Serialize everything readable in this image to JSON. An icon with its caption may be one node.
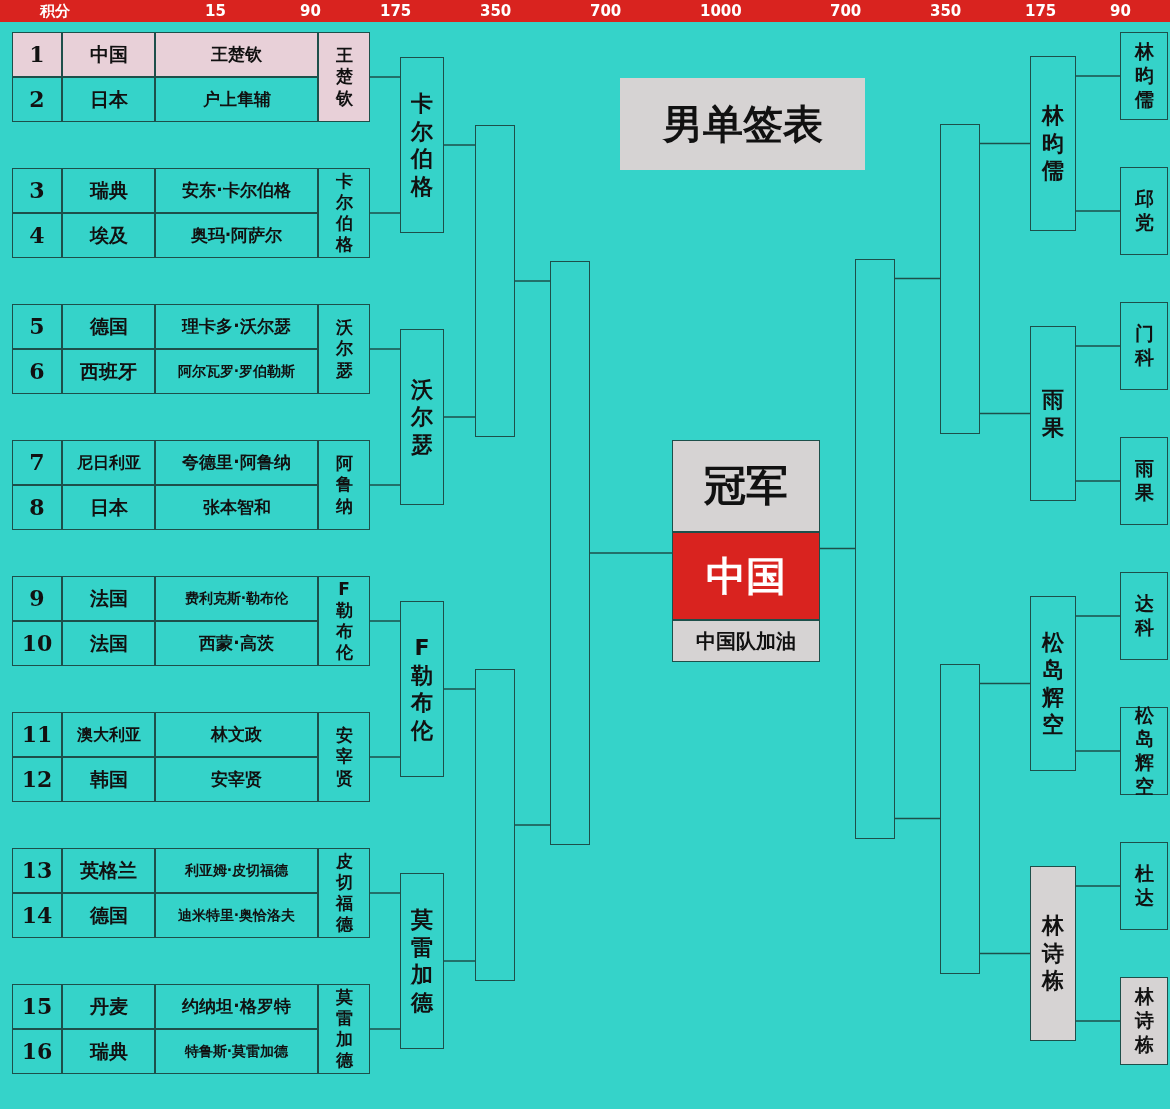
{
  "diagram": {
    "title": "男单签表",
    "nodes": [
      {
        "text": [
          "1",
          "中国",
          "王楚钦"
        ]
      },
      {
        "text": [
          "2",
          "日本",
          "户上隼辅"
        ]
      },
      {
        "text": [
          "3",
          "瑞典",
          "安东·卡尔伯格"
        ]
      },
      {
        "text": [
          "4",
          "埃及",
          "奥玛·阿萨尔"
        ]
      },
      {
        "text": [
          "5",
          "德国",
          "理卡多·沃尔瑟"
        ]
      },
      {
        "text": [
          "6",
          "西班牙",
          "阿尔瓦罗·罗伯勒斯"
        ]
      },
      {
        "text": [
          "7",
          "尼日利亚",
          "夸德里·阿鲁纳"
        ]
      },
      {
        "text": [
          "8",
          "日本",
          "张本智和"
        ]
      },
      {
        "text": [
          "9",
          "法国",
          "费利克斯·勒布伦"
        ]
      },
      {
        "text": [
          "10",
          "法国",
          "西蒙·高茨"
        ]
      },
      {
        "text": [
          "11",
          "澳大利亚",
          "林文政"
        ]
      },
      {
        "text": [
          "12",
          "韩国",
          "安宰贤"
        ]
      },
      {
        "text": [
          "13",
          "英格兰",
          "利亚姆·皮切福德"
        ]
      },
      {
        "text": [
          "14",
          "德国",
          "迪米特里·奥恰洛夫"
        ]
      },
      {
        "text": [
          "15",
          "丹麦",
          "约纳坦·格罗特"
        ]
      },
      {
        "text": [
          "16",
          "瑞典",
          "特鲁斯·莫雷加德"
        ]
      },
      {
        "text": [
          "王楚钦"
        ]
      },
      {
        "text": [
          "卡尔伯格"
        ]
      },
      {
        "text": [
          "沃尔瑟"
        ]
      },
      {
        "text": [
          "阿鲁纳"
        ]
      },
      {
        "text": [
          "F勒布伦"
        ]
      },
      {
        "text": [
          "安宰贤"
        ]
      },
      {
        "text": [
          "皮切福德"
        ]
      },
      {
        "text": [
          "莫雷加德"
        ]
      },
      {
        "text": [
          "卡尔伯格"
        ]
      },
      {
        "text": [
          "沃尔瑟"
        ]
      },
      {
        "text": [
          "F勒布伦"
        ]
      },
      {
        "text": [
          "莫雷加德"
        ]
      },
      {
        "text": [],
        "shape": "box"
      },
      {
        "text": [],
        "shape": "box"
      },
      {
        "text": [],
        "shape": "box"
      },
      {
        "text": [
          "冠军",
          "中国",
          "中国队加油"
        ]
      },
      {
        "text": [],
        "shape": "box"
      },
      {
        "text": [],
        "shape": "box"
      },
      {
        "text": [],
        "shape": "box"
      },
      {
        "text": [
          "林昀儒"
        ]
      },
      {
        "text": [
          "雨果"
        ]
      },
      {
        "text": [
          "松岛辉空"
        ]
      },
      {
        "text": [
          "林诗栋"
        ]
      },
      {
        "text": [
          "林昀儒"
        ]
      },
      {
        "text": [
          "邱党"
        ]
      },
      {
        "text": [
          "门科"
        ]
      },
      {
        "text": [
          "雨果"
        ]
      },
      {
        "text": [
          "达科"
        ]
      },
      {
        "text": [
          "松岛辉空"
        ]
      },
      {
        "text": [
          "杜达"
        ]
      },
      {
        "text": [
          "林诗栋"
        ]
      }
    ],
    "edges": [
      {
        "from": 16,
        "to": 24,
        "arrow": "none"
      },
      {
        "from": 17,
        "to": 24,
        "arrow": "none"
      },
      {
        "from": 18,
        "to": 25,
        "arrow": "none"
      },
      {
        "from": 19,
        "to": 25,
        "arrow": "none"
      },
      {
        "from": 20,
        "to": 26,
        "arrow": "none"
      },
      {
        "from": 21,
        "to": 26,
        "arrow": "none"
      },
      {
        "from": 22,
        "to": 27,
        "arrow": "none"
      },
      {
        "from": 23,
        "to": 27,
        "arrow": "none"
      },
      {
        "from": 24,
        "to": 28,
        "arrow": "none"
      },
      {
        "from": 25,
        "to": 28,
        "arrow": "none"
      },
      {
        "from": 26,
        "to": 29,
        "arrow": "none"
      },
      {
        "from": 27,
        "to": 29,
        "arrow": "none"
      },
      {
        "from": 28,
        "to": 30,
        "arrow": "none"
      },
      {
        "from": 29,
        "to": 30,
        "arrow": "none"
      },
      {
        "from": 30,
        "to": 31,
        "arrow": "none"
      },
      {
        "from": 39,
        "to": 35,
        "arrow": "none"
      },
      {
        "from": 40,
        "to": 35,
        "arrow": "none"
      },
      {
        "from": 41,
        "to": 36,
        "arrow": "none"
      },
      {
        "from": 42,
        "to": 36,
        "arrow": "none"
      },
      {
        "from": 43,
        "to": 37,
        "arrow": "none"
      },
      {
        "from": 44,
        "to": 37,
        "arrow": "none"
      },
      {
        "from": 45,
        "to": 38,
        "arrow": "none"
      },
      {
        "from": 46,
        "to": 38,
        "arrow": "none"
      },
      {
        "from": 35,
        "to": 33,
        "arrow": "none"
      },
      {
        "from": 36,
        "to": 33,
        "arrow": "none"
      },
      {
        "from": 37,
        "to": 34,
        "arrow": "none"
      },
      {
        "from": 38,
        "to": 34,
        "arrow": "none"
      },
      {
        "from": 33,
        "to": 32,
        "arrow": "none"
      },
      {
        "from": 34,
        "to": 32,
        "arrow": "none"
      },
      {
        "from": 32,
        "to": 31,
        "arrow": "none"
      }
    ],
    "labels": [
      "积分",
      "15",
      "90",
      "175",
      "350",
      "700",
      "1000",
      "700",
      "350",
      "175",
      "90"
    ]
  }
}
